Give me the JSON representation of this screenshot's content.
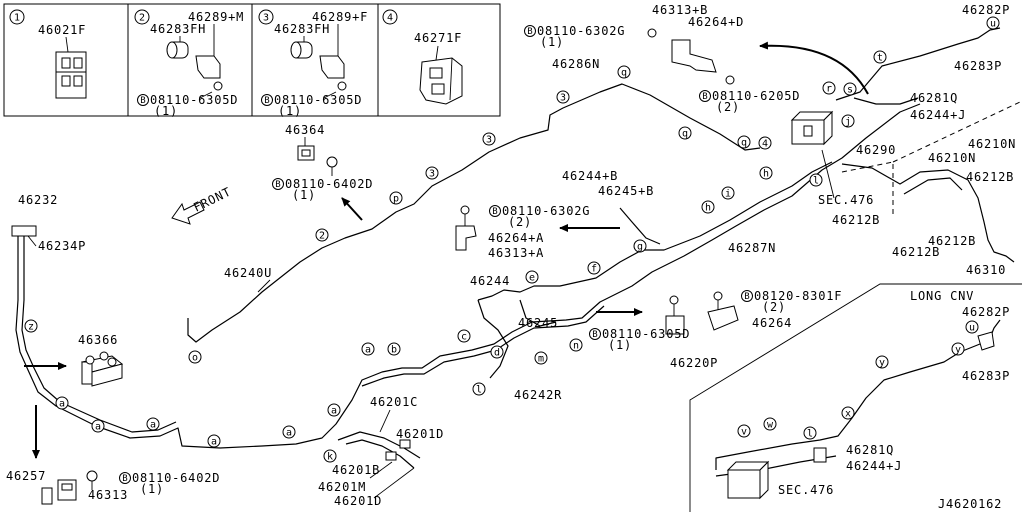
{
  "drawing_number": "J4620162",
  "bolt_symbol": "B",
  "front_label": "FRONT",
  "long_conv_label": "LONG CNV",
  "detail_boxes": [
    {
      "index": "1",
      "part": "46021F"
    },
    {
      "index": "2",
      "part_a": "46289+M",
      "part_b": "46283FH",
      "bolt": "08110-6305D",
      "qty": "(1)"
    },
    {
      "index": "3",
      "part_a": "46289+F",
      "part_b": "46283FH",
      "bolt": "08110-6305D",
      "qty": "(1)"
    },
    {
      "index": "4",
      "part": "46271F"
    }
  ],
  "callouts": {
    "p46364": "46364",
    "bolt_6402D_a": "08110-6402D",
    "bolt_6402D_a_qty": "(1)",
    "p46232": "46232",
    "p46234P": "46234P",
    "p46240U": "46240U",
    "p46366": "46366",
    "p46257": "46257",
    "p46313": "46313",
    "bolt_6402D_b": "08110-6402D",
    "bolt_6402D_b_qty": "(1)",
    "p46201C": "46201C",
    "p46201D_a": "46201D",
    "p46201B": "46201B",
    "p46201M": "46201M",
    "p46201D_b": "46201D",
    "p46244": "46244",
    "p46245": "46245",
    "p46242R": "46242R",
    "p46244B": "46244+B",
    "p46245B": "46245+B",
    "bolt_6302G_a": "08110-6302G",
    "bolt_6302G_a_qty": "(2)",
    "p46264A": "46264+A",
    "p46313A": "46313+A",
    "p46287N": "46287N",
    "p46286N": "46286N",
    "bolt_6302G_b": "08110-6302G",
    "bolt_6302G_b_qty": "(1)",
    "p46313B": "46313+B",
    "p46264D": "46264+D",
    "bolt_6205D": "08110-6205D",
    "bolt_6205D_qty": "(2)",
    "p46281Q_a": "46281Q",
    "p46244J_a": "46244+J",
    "p46290": "46290",
    "p46210N_a": "46210N",
    "p46210N_b": "46210N",
    "p46212B_a": "46212B",
    "sec476_a": "SEC.476",
    "p46212B_b": "46212B",
    "p46212B_c": "46212B",
    "p46212B_d": "46212B",
    "p46310": "46310",
    "p46282P_a": "46282P",
    "p46283P_a": "46283P",
    "bolt_8301F": "08120-8301F",
    "bolt_8301F_qty": "(2)",
    "p46264": "46264",
    "bolt_6305D": "08110-6305D",
    "bolt_6305D_qty": "(1)",
    "p46220P": "46220P",
    "p46282P_b": "46282P",
    "p46283P_b": "46283P",
    "p46281Q_b": "46281Q",
    "p46244J_b": "46244+J",
    "sec476_b": "SEC.476"
  },
  "markers": [
    "q",
    "3",
    "3",
    "3",
    "p",
    "2",
    "o",
    "z",
    "a",
    "a",
    "a",
    "a",
    "a",
    "a",
    "a",
    "b",
    "c",
    "d",
    "e",
    "f",
    "g",
    "h",
    "i",
    "h",
    "l",
    "q",
    "q",
    "4",
    "r",
    "s",
    "t",
    "u",
    "j",
    "l",
    "m",
    "n",
    "k",
    "u",
    "y",
    "y",
    "x",
    "l",
    "v",
    "w"
  ]
}
